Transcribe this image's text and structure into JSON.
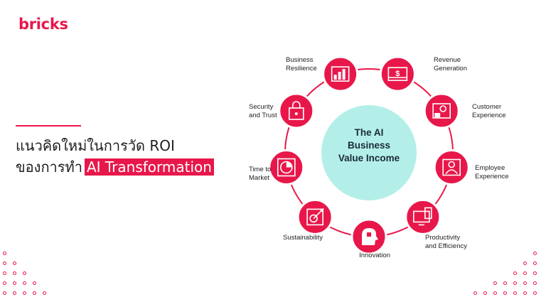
{
  "brand": {
    "logo_text": "bricks",
    "accent_color": "#e8174a"
  },
  "headline": {
    "line1": "แนวคิดใหม่ในการวัด ROI",
    "line2_prefix": "ของการทำ",
    "line2_highlight": "AI Transformation"
  },
  "diagram": {
    "center_lines": [
      "The AI",
      "Business",
      "Value Income"
    ],
    "center_color": "#b3efe8",
    "node_color": "#e8174a",
    "nodes": [
      {
        "label": [
          "Business",
          "Resilience"
        ],
        "icon": "building-chart-icon"
      },
      {
        "label": [
          "Revenue",
          "Generation"
        ],
        "icon": "money-icon"
      },
      {
        "label": [
          "Customer",
          "Experience"
        ],
        "icon": "person-card-icon"
      },
      {
        "label": [
          "Employee",
          "Experience"
        ],
        "icon": "employee-icon"
      },
      {
        "label": [
          "Productivity",
          "and Efficiency"
        ],
        "icon": "device-icon"
      },
      {
        "label": [
          "Innovation"
        ],
        "icon": "head-idea-icon"
      },
      {
        "label": [
          "Sustainability"
        ],
        "icon": "target-arrow-icon"
      },
      {
        "label": [
          "Time to",
          "Market"
        ],
        "icon": "clock-icon"
      },
      {
        "label": [
          "Security",
          "and Trust"
        ],
        "icon": "lock-icon"
      }
    ]
  }
}
